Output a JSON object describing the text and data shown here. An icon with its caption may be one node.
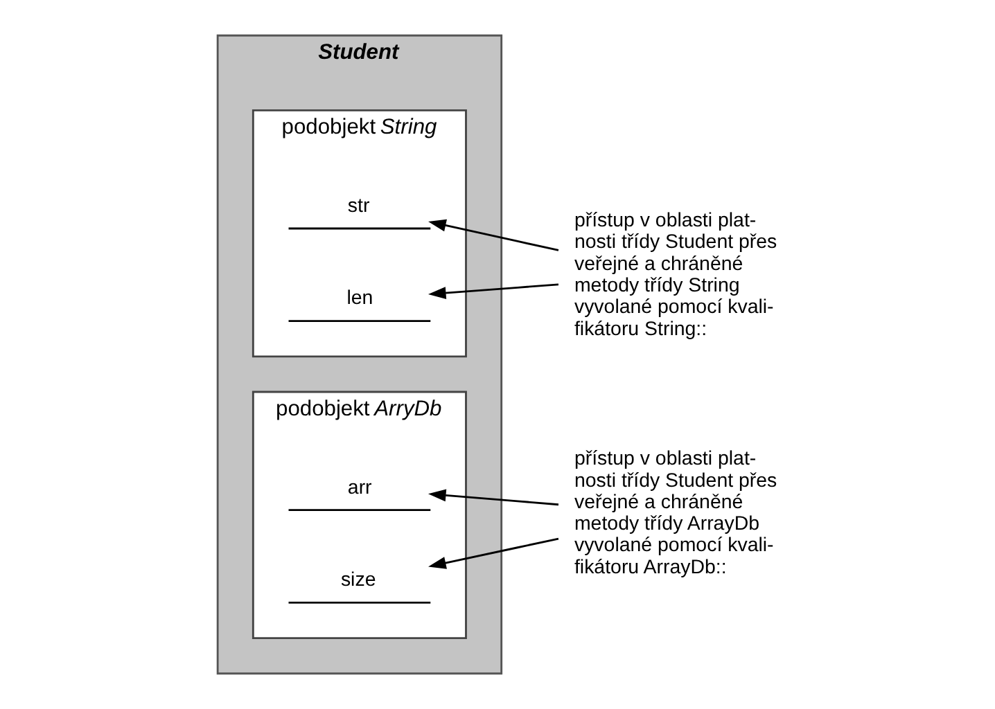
{
  "diagram": {
    "nodes": [
      {
        "text": [
          "Student"
        ]
      },
      {
        "text": [
          "podobjekt *String*"
        ],
        "in": 0
      },
      {
        "text": [
          "str"
        ],
        "in": 1
      },
      {
        "text": [
          "len"
        ],
        "in": 1
      },
      {
        "text": [
          "podobjekt *ArryDb*"
        ],
        "in": 0
      },
      {
        "text": [
          "arr"
        ],
        "in": 4
      },
      {
        "text": [
          "size"
        ],
        "in": 4
      },
      {
        "text": [
          "přístup v oblasti plat- nosti třídy Student přes veřejné a chráněné metody třídy String vyvolané pomocí kvali- fikátoru String::"
        ]
      },
      {
        "text": [
          "přístup v oblasti plat- nosti třídy Student přes veřejné a chráněné metody třídy ArrayDb vyvolané pomocí kvali- fikátoru ArrayDb::"
        ]
      }
    ],
    "edges": [
      {
        "from": 7,
        "to": 2,
        "arrow": "to"
      },
      {
        "from": 7,
        "to": 3,
        "arrow": "to"
      },
      {
        "from": 8,
        "to": 5,
        "arrow": "to"
      },
      {
        "from": 8,
        "to": 6,
        "arrow": "to"
      }
    ]
  }
}
